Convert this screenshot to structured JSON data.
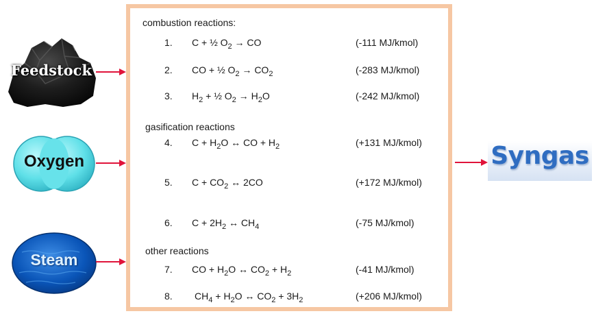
{
  "inputs": {
    "feedstock": "Feedstock",
    "oxygen": "Oxygen",
    "steam": "Steam"
  },
  "output": "Syngas",
  "combustion": {
    "title": "combustion reactions:",
    "reactions": [
      {
        "num": "1.",
        "energy": "(-111 MJ/kmol)"
      },
      {
        "num": "2.",
        "energy": "(-283 MJ/kmol)"
      },
      {
        "num": "3.",
        "energy": "(-242 MJ/kmol)"
      }
    ]
  },
  "gasification": {
    "title": "gasification reactions",
    "reactions": [
      {
        "num": "4.",
        "energy": "(+131 MJ/kmol)"
      },
      {
        "num": "5.",
        "energy": "(+172 MJ/kmol)"
      },
      {
        "num": "6.",
        "energy": "(-75 MJ/kmol)"
      }
    ]
  },
  "other": {
    "title": "other  reactions",
    "reactions": [
      {
        "num": "7.",
        "energy": "(-41 MJ/kmol)"
      },
      {
        "num": "8.",
        "energy": "(+206 MJ/kmol)"
      }
    ]
  },
  "equations": [
    "C + ½ O2 → CO",
    "CO + ½ O2 → CO2",
    "H2 + ½ O2 → H2O",
    "C + H2O ↔ CO + H2",
    "C + CO2 ↔ 2CO",
    "C + 2H2 ↔ CH4",
    "CO + H2O ↔ CO2 +  H2",
    "CH4 + H2O ↔ CO2 + 3H2"
  ],
  "colors": {
    "box_border": "#f6c7a3",
    "arrow": "#e0133a",
    "oxygen_fill": "#5fe0e8",
    "steam_fill": "#0a55b8",
    "syngas_text": "#2f6dc1"
  }
}
